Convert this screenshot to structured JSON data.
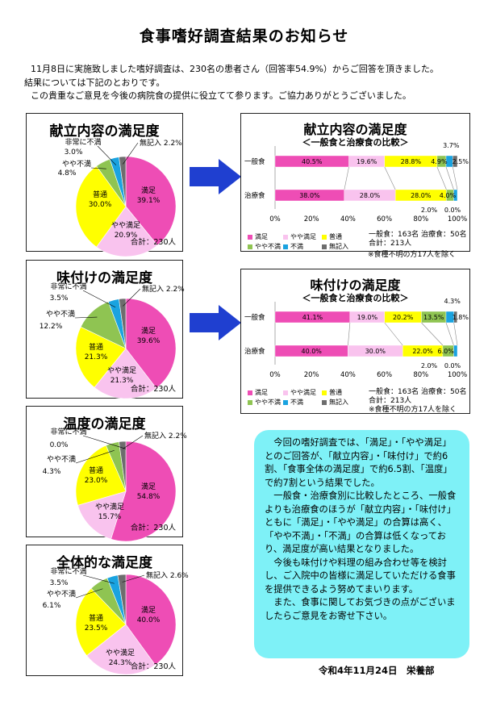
{
  "title": "食事嗜好調査結果のお知らせ",
  "intro": [
    "11月8日に実施致しました嗜好調査は、230名の患者さん（回答率54.9%）からご回答を頂きました。",
    "結果については下記のとおりです。",
    "この貴重なご意見を今後の病院食の提供に役立てて参ります。ご協力ありがとうございました。"
  ],
  "colors": {
    "manzoku": "#ee4db5",
    "yaya_manzoku": "#f9c3ee",
    "futsu": "#ffff00",
    "yaya_fuman": "#8fc452",
    "hijo_fuman": "#1aa3e0",
    "mukinyu": "#6d6d6d"
  },
  "chart_data": [
    {
      "type": "pie",
      "title": "献立内容の満足度",
      "total": "合計：230人",
      "slices": [
        {
          "label": "満足",
          "value": 39.1,
          "text": "39.1%"
        },
        {
          "label": "やや満足",
          "value": 20.9,
          "text": "20.9%"
        },
        {
          "label": "普通",
          "value": 30.0,
          "text": "30.0%"
        },
        {
          "label": "やや不満",
          "value": 4.8,
          "text": "4.8%"
        },
        {
          "label": "非常に不満",
          "value": 3.0,
          "text": "3.0%"
        },
        {
          "label": "無記入",
          "value": 2.2,
          "text": "2.2%"
        }
      ]
    },
    {
      "type": "pie",
      "title": "味付けの満足度",
      "total": "合計：230人",
      "slices": [
        {
          "label": "満足",
          "value": 39.6,
          "text": "39.6%"
        },
        {
          "label": "やや満足",
          "value": 21.3,
          "text": "21.3%"
        },
        {
          "label": "普通",
          "value": 21.3,
          "text": "21.3%"
        },
        {
          "label": "やや不満",
          "value": 12.2,
          "text": "12.2%"
        },
        {
          "label": "非常に不満",
          "value": 3.5,
          "text": "3.5%"
        },
        {
          "label": "無記入",
          "value": 2.2,
          "text": "2.2%"
        }
      ]
    },
    {
      "type": "pie",
      "title": "温度の満足度",
      "total": "合計：230人",
      "slices": [
        {
          "label": "満足",
          "value": 54.8,
          "text": "54.8%"
        },
        {
          "label": "やや満足",
          "value": 15.7,
          "text": "15.7%"
        },
        {
          "label": "普通",
          "value": 23.0,
          "text": "23.0%"
        },
        {
          "label": "やや不満",
          "value": 4.3,
          "text": "4.3%"
        },
        {
          "label": "非常に不満",
          "value": 0.0,
          "text": "0.0%"
        },
        {
          "label": "無記入",
          "value": 2.2,
          "text": "2.2%"
        }
      ]
    },
    {
      "type": "pie",
      "title": "全体的な満足度",
      "total": "合計：230人",
      "slices": [
        {
          "label": "満足",
          "value": 40.0,
          "text": "40.0%"
        },
        {
          "label": "やや満足",
          "value": 24.3,
          "text": "24.3%"
        },
        {
          "label": "普通",
          "value": 23.5,
          "text": "23.5%"
        },
        {
          "label": "やや不満",
          "value": 6.1,
          "text": "6.1%"
        },
        {
          "label": "非常に不満",
          "value": 3.5,
          "text": "3.5%"
        },
        {
          "label": "無記入",
          "value": 2.6,
          "text": "2.6%"
        }
      ]
    },
    {
      "type": "bar",
      "orientation": "horizontal-stacked",
      "title": "献立内容の満足度",
      "subtitle": "＜一般食と治療食の比較＞",
      "categories": [
        "一般食",
        "治療食"
      ],
      "series": [
        {
          "name": "満足",
          "values": [
            40.5,
            38.0
          ]
        },
        {
          "name": "やや満足",
          "values": [
            19.6,
            28.0
          ]
        },
        {
          "name": "普通",
          "values": [
            28.8,
            28.0
          ]
        },
        {
          "name": "やや不満",
          "values": [
            4.9,
            4.0
          ]
        },
        {
          "name": "不満",
          "values": [
            3.7,
            2.0
          ]
        },
        {
          "name": "無記入",
          "values": [
            2.5,
            0.0
          ]
        }
      ],
      "labels": {
        "一般食": [
          "40.5%",
          "19.6%",
          "28.8%",
          "4.9%",
          "3.7%",
          "2.5%"
        ],
        "治療食": [
          "38.0%",
          "28.0%",
          "28.0%",
          "4.0%",
          "2.0%",
          "0.0%"
        ]
      },
      "xticks": [
        "0%",
        "20%",
        "40%",
        "60%",
        "80%",
        "100%"
      ],
      "xlim": [
        0,
        100
      ],
      "counts": "一般食：163名 治療食：50名",
      "total": "合計：213人",
      "footnote": "※食種不明の方17人を除く"
    },
    {
      "type": "bar",
      "orientation": "horizontal-stacked",
      "title": "味付けの満足度",
      "subtitle": "＜一般食と治療食の比較＞",
      "categories": [
        "一般食",
        "治療食"
      ],
      "series": [
        {
          "name": "満足",
          "values": [
            41.1,
            40.0
          ]
        },
        {
          "name": "やや満足",
          "values": [
            19.0,
            30.0
          ]
        },
        {
          "name": "普通",
          "values": [
            20.2,
            22.0
          ]
        },
        {
          "name": "やや不満",
          "values": [
            13.5,
            6.0
          ]
        },
        {
          "name": "不満",
          "values": [
            4.3,
            2.0
          ]
        },
        {
          "name": "無記入",
          "values": [
            1.8,
            0.0
          ]
        }
      ],
      "labels": {
        "一般食": [
          "41.1%",
          "19.0%",
          "20.2%",
          "13.5%",
          "4.3%",
          "1.8%"
        ],
        "治療食": [
          "40.0%",
          "30.0%",
          "22.0%",
          "6.0%",
          "2.0%",
          "0.0%"
        ]
      },
      "xticks": [
        "0%",
        "20%",
        "40%",
        "60%",
        "80%",
        "100%"
      ],
      "xlim": [
        0,
        100
      ],
      "counts": "一般食：163名 治療食：50名",
      "total": "合計：213人",
      "footnote": "※食種不明の方17人を除く"
    }
  ],
  "summary": [
    "今回の嗜好調査では、「満足」・「やや満足」とのご回答が、「献立内容」・「味付け」で約6割、「食事全体の満足度」で約6.5割、「温度」で約7割という結果でした。",
    "一般食・治療食別に比較したところ、一般食よりも治療食のほうが「献立内容」・「味付け」ともに「満足」・「やや満足」の合算は高く、「やや不満」・「不満」の合算は低くなっており、満足度が高い結果となりました。",
    "今後も味付けや料理の組み合わせ等を検討し、ご入院中の皆様に満足していただける食事を提供できるよう努めてまいります。",
    "また、食事に関してお気づきの点がございましたらご意見をお寄せ下さい。"
  ],
  "footer": "令和4年11月24日　栄養部"
}
